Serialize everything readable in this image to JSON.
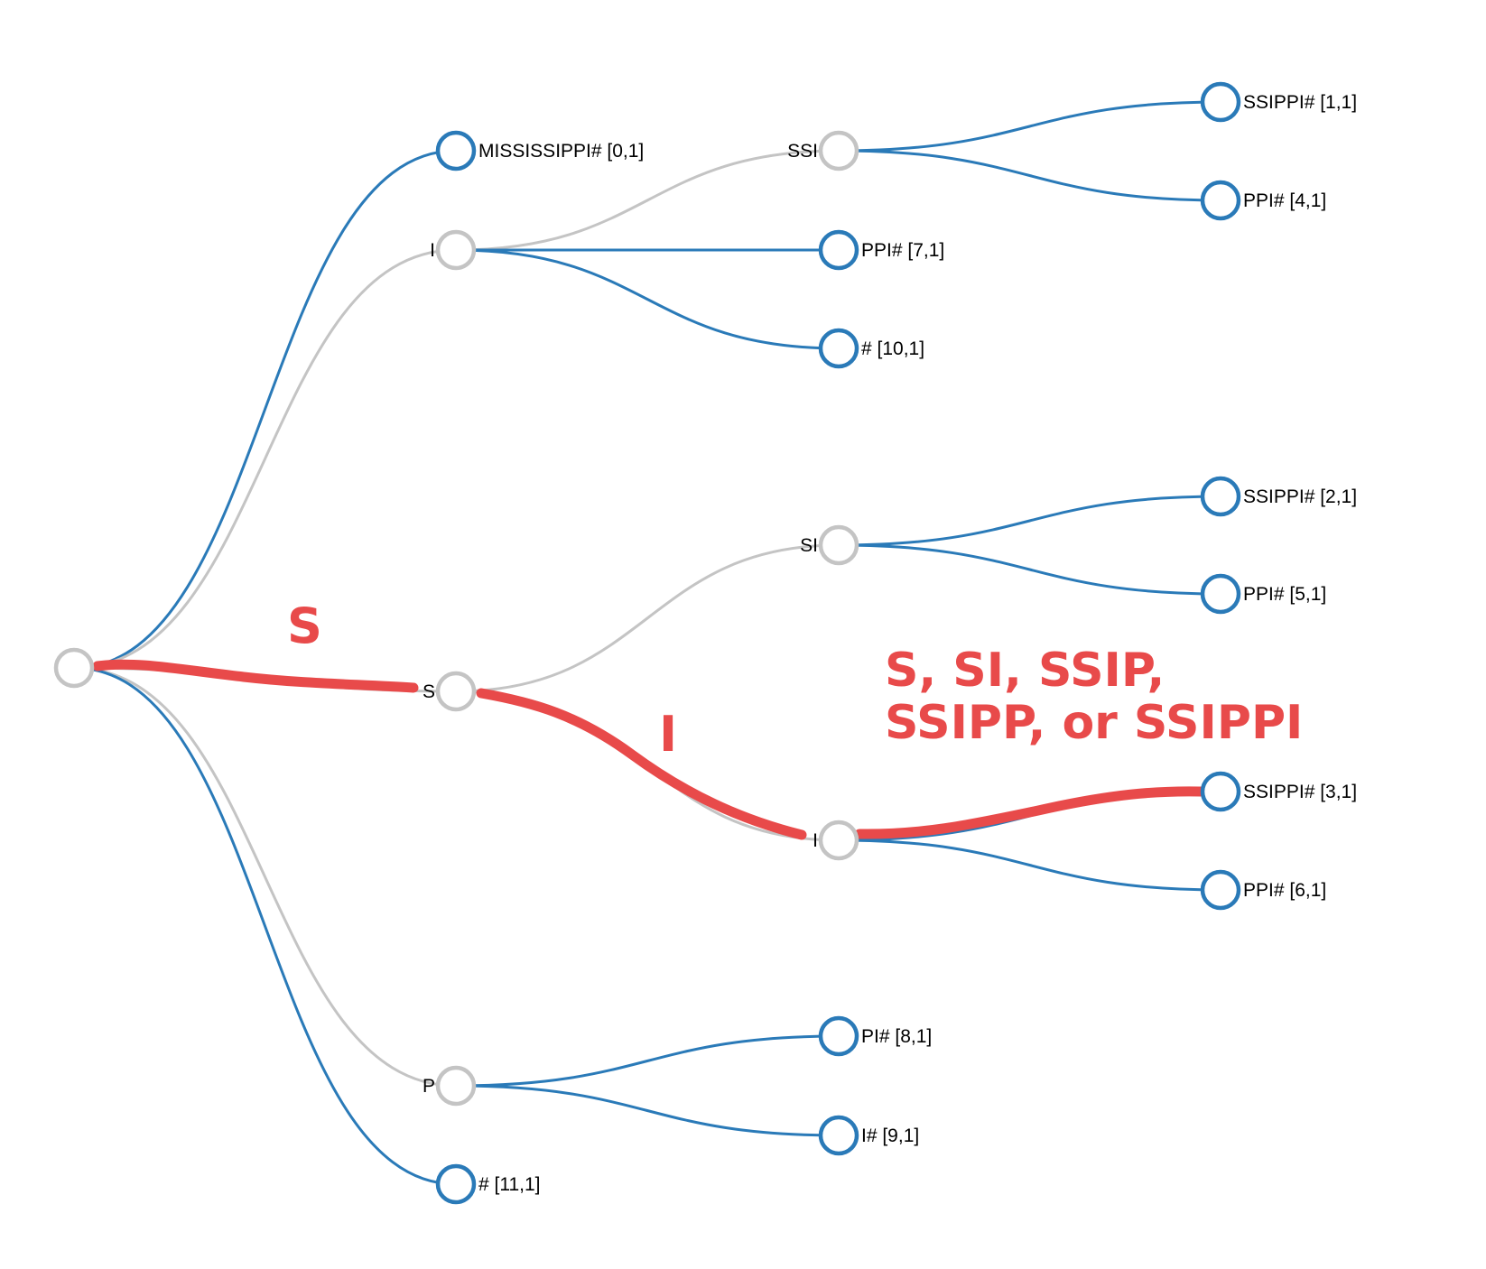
{
  "colors": {
    "leaf": "#2a7ab8",
    "internal": "#c4c4c4",
    "highlight": "#e84a4a"
  },
  "nodes": {
    "root": {
      "label": "",
      "kind": "internal"
    },
    "n_mississippi": {
      "label": "MISSISSIPPI# [0,1]",
      "kind": "leaf"
    },
    "n_i": {
      "label": "I",
      "kind": "internal"
    },
    "n_s": {
      "label": "S",
      "kind": "internal"
    },
    "n_p": {
      "label": "P",
      "kind": "internal"
    },
    "n_hash11": {
      "label": "# [11,1]",
      "kind": "leaf"
    },
    "n_ssi": {
      "label": "SSI",
      "kind": "internal"
    },
    "n_ppi7": {
      "label": "PPI# [7,1]",
      "kind": "leaf"
    },
    "n_hash10": {
      "label": "# [10,1]",
      "kind": "leaf"
    },
    "n_si": {
      "label": "SI",
      "kind": "internal"
    },
    "n_i2": {
      "label": "I",
      "kind": "internal"
    },
    "n_pi8": {
      "label": "PI# [8,1]",
      "kind": "leaf"
    },
    "n_i9": {
      "label": "I# [9,1]",
      "kind": "leaf"
    },
    "n_ssippi1": {
      "label": "SSIPPI# [1,1]",
      "kind": "leaf"
    },
    "n_ppi4": {
      "label": "PPI# [4,1]",
      "kind": "leaf"
    },
    "n_ssippi2": {
      "label": "SSIPPI# [2,1]",
      "kind": "leaf"
    },
    "n_ppi5": {
      "label": "PPI# [5,1]",
      "kind": "leaf"
    },
    "n_ssippi3": {
      "label": "SSIPPI# [3,1]",
      "kind": "leaf"
    },
    "n_ppi6": {
      "label": "PPI# [6,1]",
      "kind": "leaf"
    }
  },
  "edges": [
    [
      "root",
      "n_mississippi"
    ],
    [
      "root",
      "n_i"
    ],
    [
      "root",
      "n_s"
    ],
    [
      "root",
      "n_p"
    ],
    [
      "root",
      "n_hash11"
    ],
    [
      "n_i",
      "n_ssi"
    ],
    [
      "n_i",
      "n_ppi7"
    ],
    [
      "n_i",
      "n_hash10"
    ],
    [
      "n_s",
      "n_si"
    ],
    [
      "n_s",
      "n_i2"
    ],
    [
      "n_p",
      "n_pi8"
    ],
    [
      "n_p",
      "n_i9"
    ],
    [
      "n_ssi",
      "n_ssippi1"
    ],
    [
      "n_ssi",
      "n_ppi4"
    ],
    [
      "n_si",
      "n_ssippi2"
    ],
    [
      "n_si",
      "n_ppi5"
    ],
    [
      "n_i2",
      "n_ssippi3"
    ],
    [
      "n_i2",
      "n_ppi6"
    ]
  ],
  "annotations": {
    "edge_s": "S",
    "edge_i": "I",
    "note_line1": "S, SI, SSIP,",
    "note_line2": "SSIPP, or SSIPPI"
  }
}
